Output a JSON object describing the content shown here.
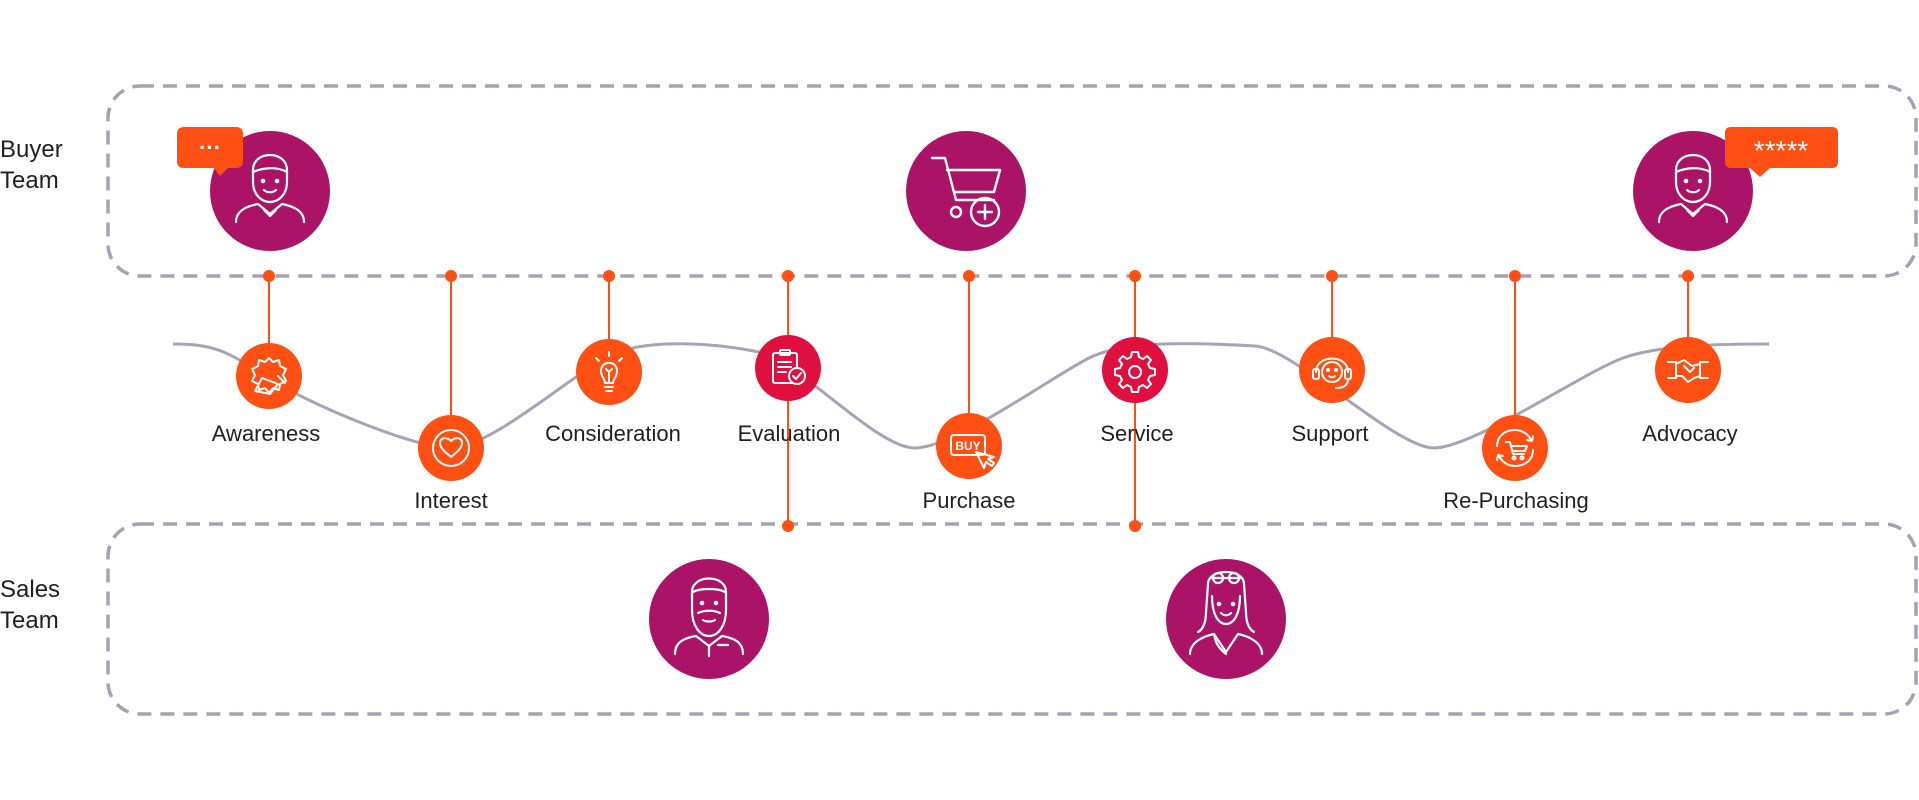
{
  "colors": {
    "orange": "#ff4f12",
    "crimson": "#e0103e",
    "magenta": "#ab1466",
    "wave": "#a7a3b7",
    "dashed_border": "#a5a1b4",
    "text": "#1f1f1f"
  },
  "teams": {
    "buyer": {
      "label_line1": "Buyer",
      "label_line2": "Team",
      "avatars": [
        {
          "icon": "buyer-person-icon",
          "bubble_text": "···"
        },
        {
          "icon": "cart-add-icon"
        },
        {
          "icon": "buyer-person-icon",
          "bubble_text": "*****"
        }
      ]
    },
    "sales": {
      "label_line1": "Sales",
      "label_line2": "Team",
      "avatars": [
        {
          "icon": "bearded-man-icon"
        },
        {
          "icon": "woman-sunglasses-icon"
        }
      ]
    }
  },
  "stages": [
    {
      "label": "Awareness",
      "icon": "megaphone-icon",
      "color": "orange"
    },
    {
      "label": "Interest",
      "icon": "heart-icon",
      "color": "orange"
    },
    {
      "label": "Consideration",
      "icon": "lightbulb-icon",
      "color": "orange"
    },
    {
      "label": "Evaluation",
      "icon": "clipboard-check-icon",
      "color": "crimson"
    },
    {
      "label": "Purchase",
      "icon": "buy-button-icon",
      "color": "orange"
    },
    {
      "label": "Service",
      "icon": "gear-icon",
      "color": "crimson"
    },
    {
      "label": "Support",
      "icon": "headset-icon",
      "color": "orange"
    },
    {
      "label": "Re-Purchasing",
      "icon": "cart-refresh-icon",
      "color": "orange"
    },
    {
      "label": "Advocacy",
      "icon": "handshake-icon",
      "color": "orange"
    }
  ]
}
